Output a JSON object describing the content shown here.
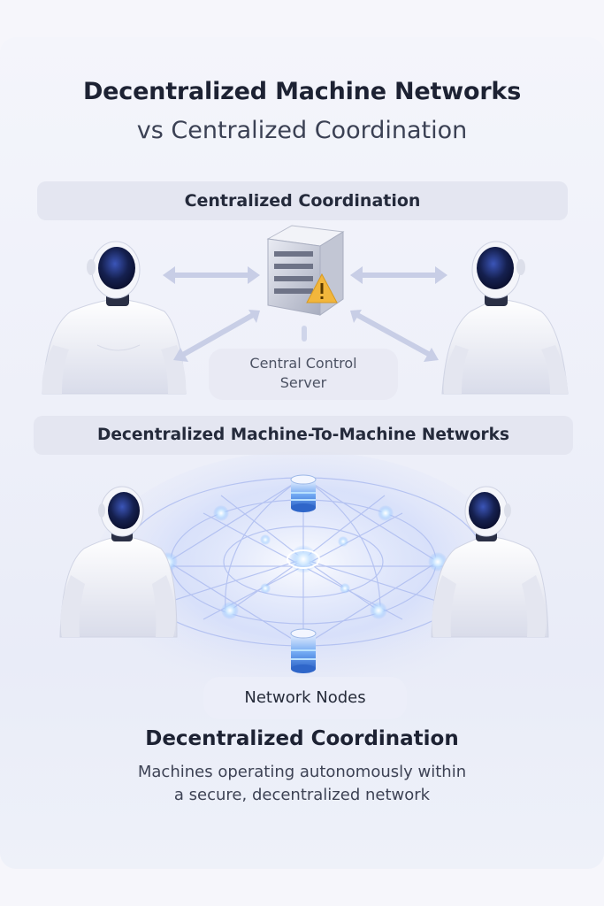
{
  "header": {
    "title_line1": "Decentralized Machine Networks",
    "title_line2": "vs Centralized Coordination"
  },
  "centralized": {
    "section_label": "Centralized Coordination",
    "server_label_line1": "Central Control",
    "server_label_line2": "Server",
    "warning_icon": "warning-icon"
  },
  "decentralized": {
    "section_label": "Decentralized Machine-To-Machine Networks",
    "nodes_label": "Network Nodes",
    "title": "Decentralized Coordination",
    "description_line1": "Machines operating autonomously within",
    "description_line2": "a secure, decentralized network"
  },
  "colors": {
    "accent_blue": "#3a7bd5",
    "visor": "#16204a",
    "glow": "#7fd0ff",
    "warning": "#f2b63c"
  }
}
